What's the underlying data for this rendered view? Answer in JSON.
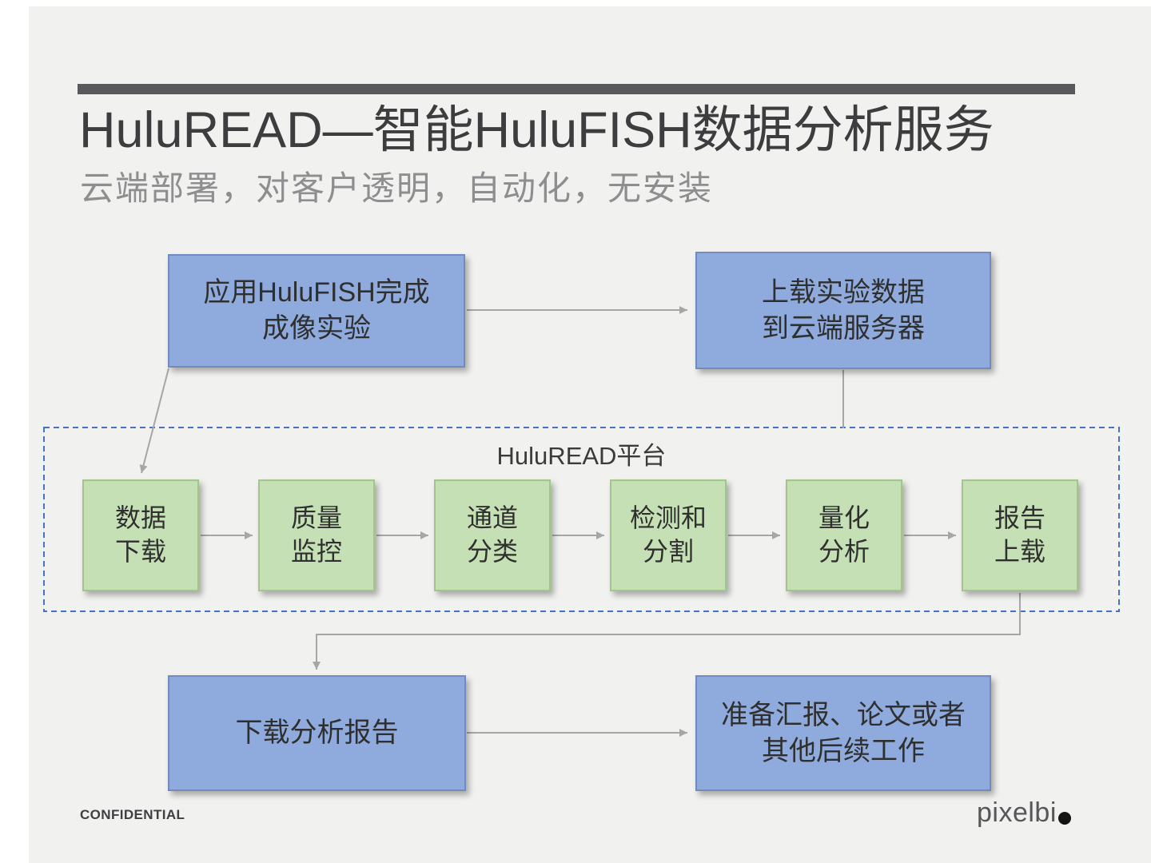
{
  "slide": {
    "title": "HuluREAD—智能HuluFISH数据分析服务",
    "subtitle": "云端部署，对客户透明，自动化，无安装",
    "confidential": "CONFIDENTIAL",
    "logo_text": "pixelbi"
  },
  "flow": {
    "top_left": {
      "line1": "应用HuluFISH完成",
      "line2": "成像实验"
    },
    "top_right": {
      "line1": "上载实验数据",
      "line2": "到云端服务器"
    },
    "platform_label": "HuluREAD平台",
    "steps": [
      {
        "line1": "数据",
        "line2": "下载"
      },
      {
        "line1": "质量",
        "line2": "监控"
      },
      {
        "line1": "通道",
        "line2": "分类"
      },
      {
        "line1": "检测和",
        "line2": "分割"
      },
      {
        "line1": "量化",
        "line2": "分析"
      },
      {
        "line1": "报告",
        "line2": "上载"
      }
    ],
    "bottom_left": {
      "line1": "下载分析报告"
    },
    "bottom_right": {
      "line1": "准备汇报、论文或者",
      "line2": "其他后续工作"
    }
  },
  "colors": {
    "slide_background": "#f1f1ef",
    "accent_bar": "#58595b",
    "blue_box_fill": "#8faadc",
    "blue_box_border": "#7289c2",
    "green_box_fill": "#c5e0b4",
    "green_box_border": "#a2c589",
    "platform_dashed_border": "#4472c4",
    "connector": "#a6a6a6"
  }
}
